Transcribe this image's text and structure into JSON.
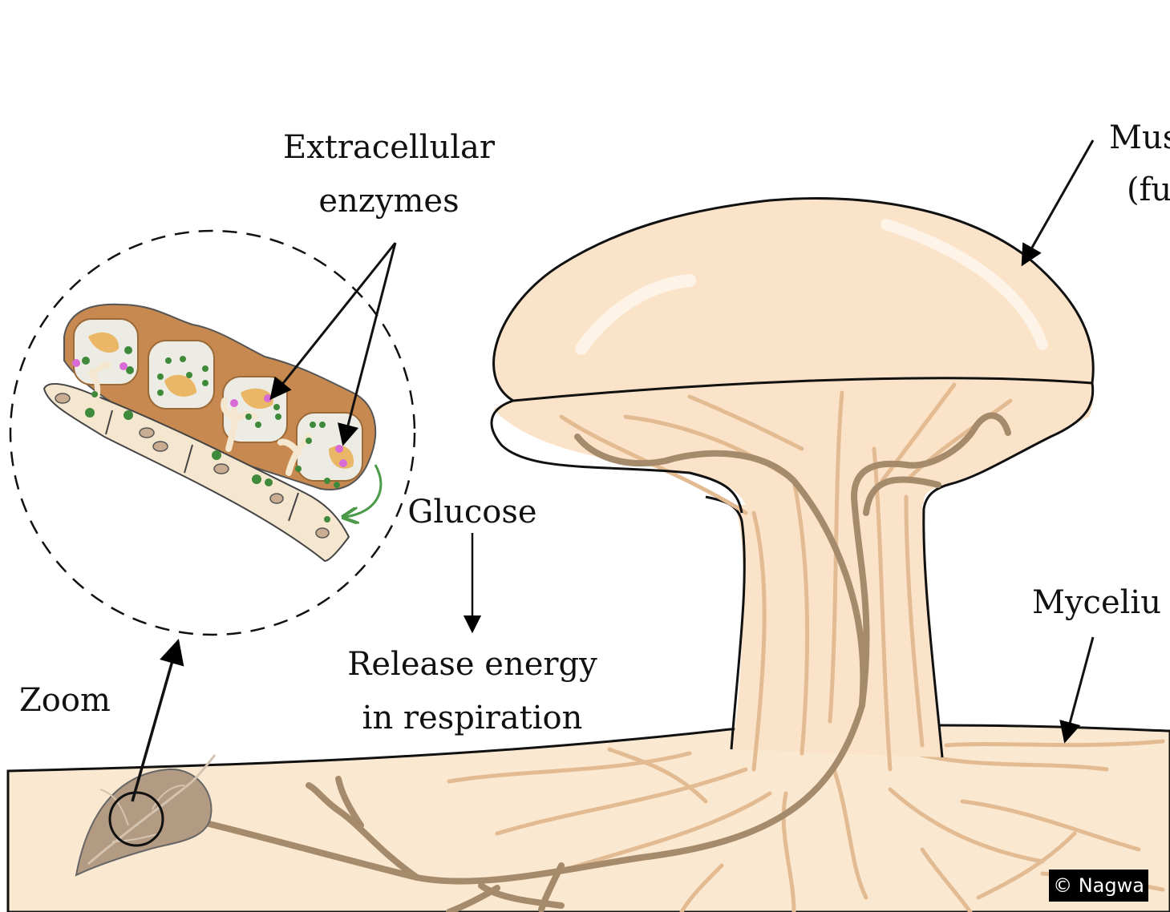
{
  "labels": {
    "extracellular_line1": "Extracellular",
    "extracellular_line2": "enzymes",
    "glucose": "Glucose",
    "release_line1": "Release energy",
    "release_line2": "in respiration",
    "zoom": "Zoom",
    "mushroom_line1": "Mus",
    "mushroom_line2": "(fu",
    "mycelium": "Myceliu"
  },
  "copyright": "© Nagwa",
  "colors": {
    "soil": "#fae8d0",
    "mushroom": "#fbe3c9",
    "hyphae_light": "#e3bb92",
    "hyphae_dark": "#a58a6c",
    "leaf": "#b39a82",
    "food_cell_wall": "#c7894f",
    "food_cell_inner": "#ecece4",
    "fungus_cell": "#f5e6cf",
    "enzyme_green": "#3f8a3a",
    "enzyme_pink": "#d86bd6",
    "starch": "#e9b766",
    "absorb_arrow": "#4a9a48"
  }
}
